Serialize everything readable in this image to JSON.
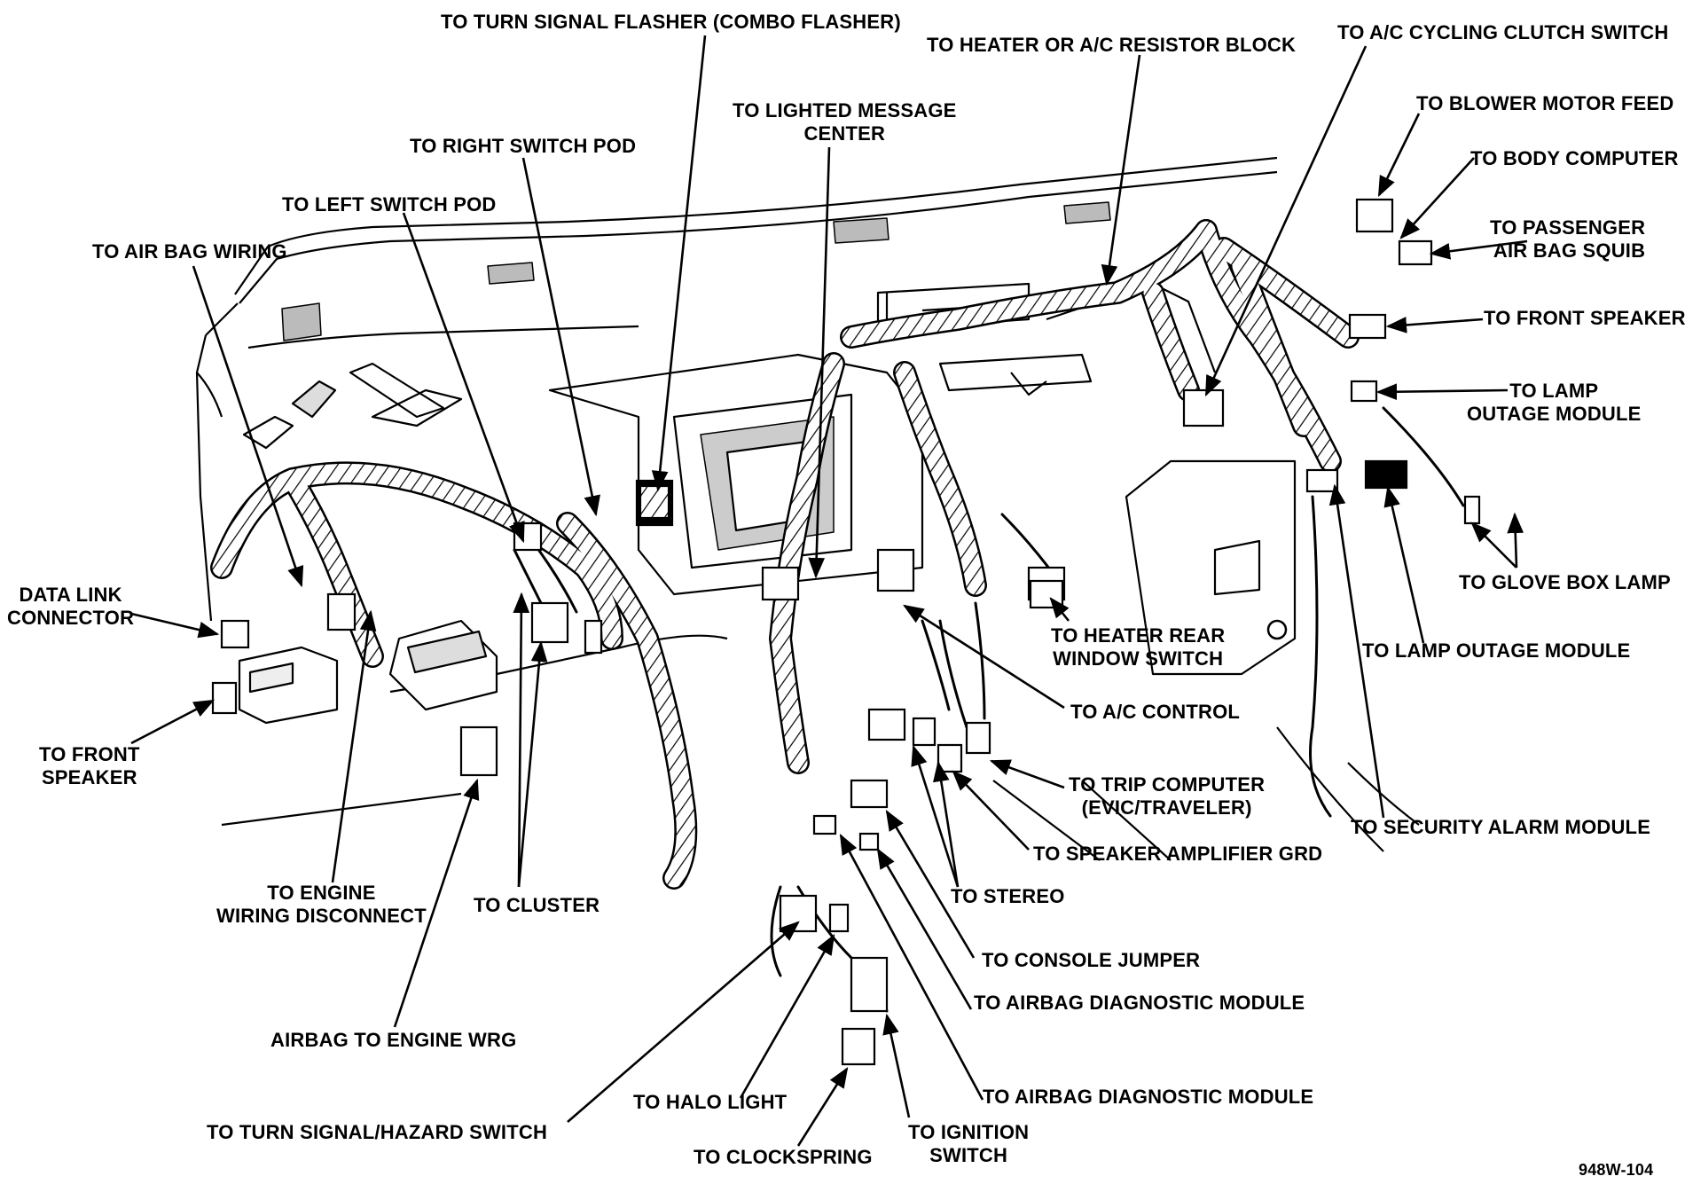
{
  "labels": {
    "turn_signal_flasher": "TO TURN SIGNAL FLASHER (COMBO FLASHER)",
    "heater_ac_resistor": "TO HEATER OR A/C RESISTOR BLOCK",
    "ac_cycling_clutch": "TO A/C CYCLING CLUTCH SWITCH",
    "blower_motor_feed": "TO BLOWER MOTOR FEED",
    "body_computer": "TO BODY COMPUTER",
    "passenger_air_bag_squib": "TO PASSENGER\nAIR BAG SQUIB",
    "front_speaker_right": "TO FRONT SPEAKER",
    "lamp_outage_module_upper": "TO LAMP\nOUTAGE MODULE",
    "glove_box_lamp": "TO GLOVE BOX LAMP",
    "lamp_outage_module_lower": "TO LAMP OUTAGE MODULE",
    "security_alarm_module": "TO SECURITY ALARM MODULE",
    "lighted_message_center": "TO LIGHTED MESSAGE\nCENTER",
    "right_switch_pod": "TO RIGHT SWITCH POD",
    "left_switch_pod": "TO LEFT SWITCH POD",
    "air_bag_wiring": "TO AIR BAG WIRING",
    "data_link_connector": "DATA LINK\nCONNECTOR",
    "front_speaker_left": "TO FRONT\nSPEAKER",
    "engine_wiring_disconnect": "TO ENGINE\nWIRING DISCONNECT",
    "cluster": "TO CLUSTER",
    "airbag_to_engine_wrg": "AIRBAG TO ENGINE WRG",
    "turn_signal_hazard_switch": "TO TURN SIGNAL/HAZARD SWITCH",
    "halo_light": "TO HALO LIGHT",
    "clockspring": "TO CLOCKSPRING",
    "ignition_switch": "TO IGNITION\nSWITCH",
    "airbag_diagnostic_module_1": "TO AIRBAG DIAGNOSTIC MODULE",
    "airbag_diagnostic_module_2": "TO AIRBAG DIAGNOSTIC MODULE",
    "console_jumper": "TO CONSOLE JUMPER",
    "stereo": "TO STEREO",
    "speaker_amplifier_grd": "TO SPEAKER AMPLIFIER GRD",
    "trip_computer": "TO TRIP COMPUTER\n(EVIC/TRAVELER)",
    "ac_control": "TO A/C CONTROL",
    "heater_rear_window_switch": "TO HEATER REAR\nWINDOW SWITCH",
    "figure_number": "948W-104"
  }
}
